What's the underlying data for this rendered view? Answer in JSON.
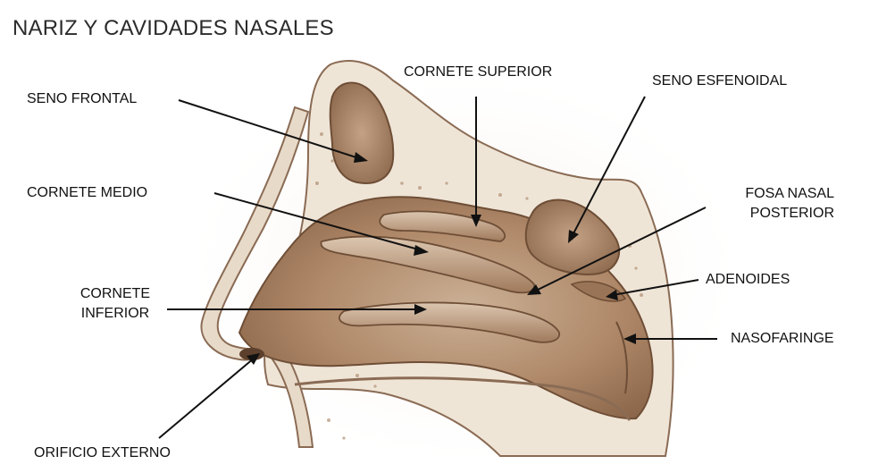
{
  "title": "NARIZ Y CAVIDADES NASALES",
  "labels": {
    "seno_frontal": "SENO FRONTAL",
    "cornete_superior": "CORNETE SUPERIOR",
    "seno_esfenoidal": "SENO ESFENOIDAL",
    "cornete_medio": "CORNETE MEDIO",
    "fosa_nasal_posterior_1": "FOSA NASAL",
    "fosa_nasal_posterior_2": "POSTERIOR",
    "cornete_inferior_1": "CORNETE",
    "cornete_inferior_2": "INFERIOR",
    "adenoides": "ADENOIDES",
    "nasofaringe": "NASOFARINGE",
    "orificio_externo": "ORIFICIO EXTERNO"
  },
  "colors": {
    "tissue": "#b08a6a",
    "tissue_light": "#d2b8a0",
    "bone": "#ece2d2",
    "outline": "#6e4e36"
  }
}
